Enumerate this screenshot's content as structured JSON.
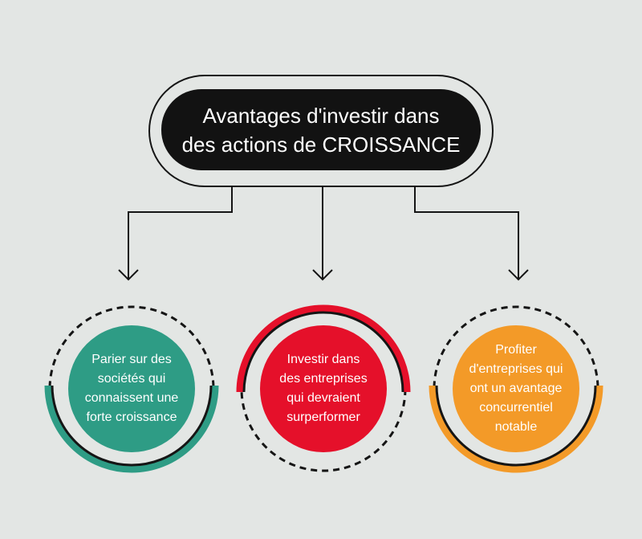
{
  "title": {
    "line1": "Avantages d'investir dans",
    "line2": "des actions de CROISSANCE"
  },
  "nodes": [
    {
      "lines": [
        "Parier sur des",
        "sociétés qui",
        "connaissent une",
        "forte croissance"
      ],
      "color": "#2e9c85",
      "arc": "bottom"
    },
    {
      "lines": [
        "Investir dans",
        "des entreprises",
        "qui devraient",
        "surperformer"
      ],
      "color": "#e5102a",
      "arc": "top"
    },
    {
      "lines": [
        "Profiter",
        "d'entreprises qui",
        "ont un avantage",
        "concurrentiel",
        "notable"
      ],
      "color": "#f39a28",
      "arc": "bottom"
    }
  ],
  "colors": {
    "background": "#e3e6e4",
    "line": "#151515",
    "title_fill": "#121212",
    "text": "#ffffff"
  }
}
